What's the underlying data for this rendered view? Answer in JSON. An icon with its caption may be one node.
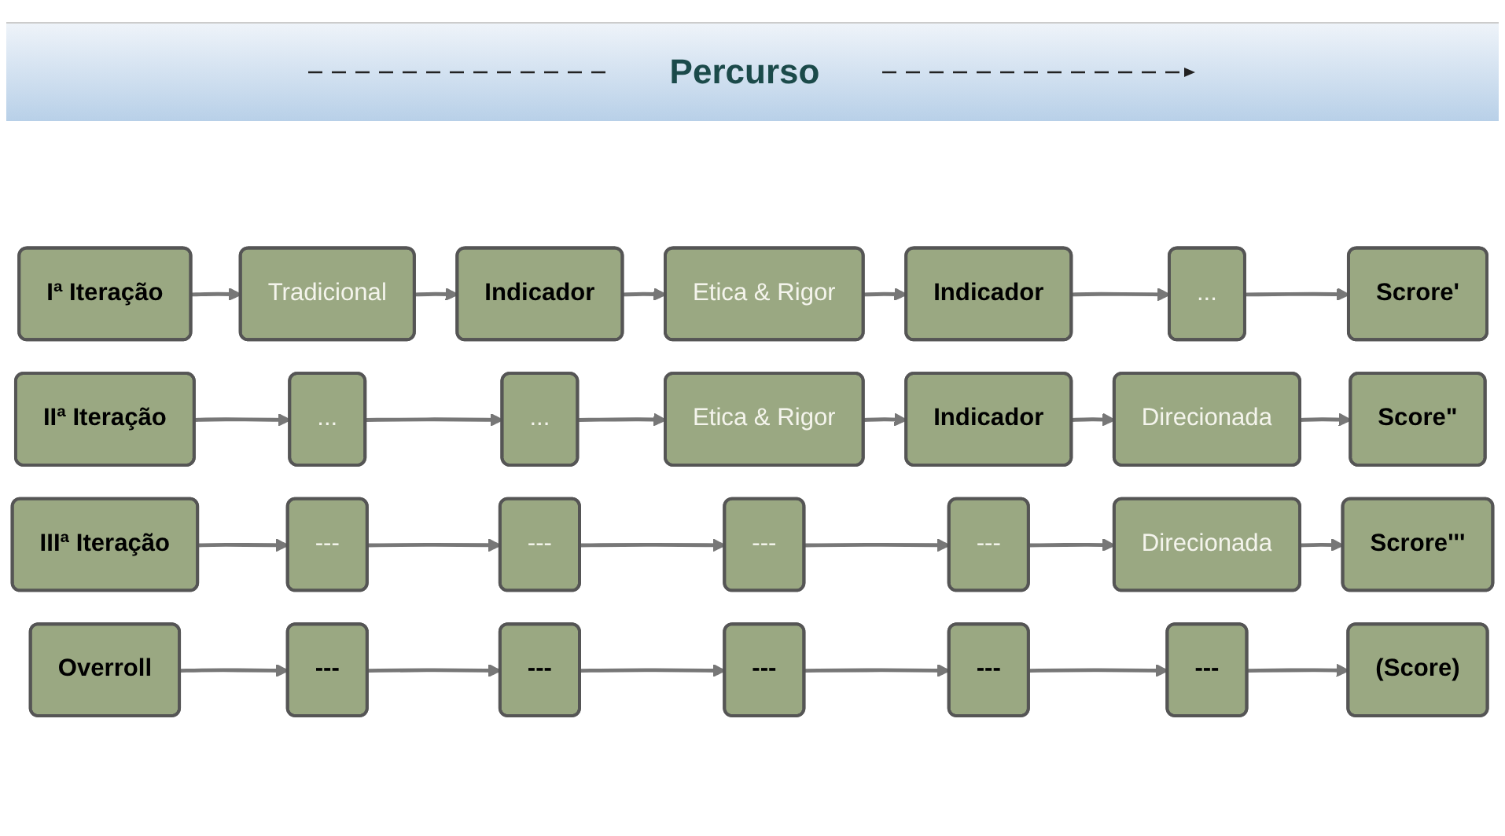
{
  "diagram": {
    "title": "Percurso",
    "nodes": [
      {
        "text": [
          "Iª Iteração"
        ]
      },
      {
        "text": [
          "Tradicional"
        ]
      },
      {
        "text": [
          "Indicador"
        ]
      },
      {
        "text": [
          "Etica & Rigor"
        ]
      },
      {
        "text": [
          "Indicador"
        ]
      },
      {
        "text": [
          "..."
        ]
      },
      {
        "text": [
          "Scrore'"
        ]
      },
      {
        "text": [
          "IIª Iteração"
        ]
      },
      {
        "text": [
          "..."
        ]
      },
      {
        "text": [
          "..."
        ]
      },
      {
        "text": [
          "Etica & Rigor"
        ]
      },
      {
        "text": [
          "Indicador"
        ]
      },
      {
        "text": [
          "Direcionada"
        ]
      },
      {
        "text": [
          "Score\""
        ]
      },
      {
        "text": [
          "IIIª Iteração"
        ]
      },
      {
        "text": [
          "---"
        ]
      },
      {
        "text": [
          "---"
        ]
      },
      {
        "text": [
          "---"
        ]
      },
      {
        "text": [
          "---"
        ]
      },
      {
        "text": [
          "Direcionada"
        ]
      },
      {
        "text": [
          "Scrore'''"
        ]
      },
      {
        "text": [
          "Overroll"
        ]
      },
      {
        "text": [
          "---"
        ]
      },
      {
        "text": [
          "---"
        ]
      },
      {
        "text": [
          "---"
        ]
      },
      {
        "text": [
          "---"
        ]
      },
      {
        "text": [
          "---"
        ]
      },
      {
        "text": [
          "(Score)"
        ]
      }
    ],
    "edges": [
      {
        "from": 0,
        "to": 1,
        "arrow": "to"
      },
      {
        "from": 1,
        "to": 2,
        "arrow": "to"
      },
      {
        "from": 2,
        "to": 3,
        "arrow": "to"
      },
      {
        "from": 3,
        "to": 4,
        "arrow": "to"
      },
      {
        "from": 4,
        "to": 5,
        "arrow": "to"
      },
      {
        "from": 5,
        "to": 6,
        "arrow": "to"
      },
      {
        "from": 7,
        "to": 8,
        "arrow": "to"
      },
      {
        "from": 8,
        "to": 9,
        "arrow": "to"
      },
      {
        "from": 9,
        "to": 10,
        "arrow": "to"
      },
      {
        "from": 10,
        "to": 11,
        "arrow": "to"
      },
      {
        "from": 11,
        "to": 12,
        "arrow": "to"
      },
      {
        "from": 12,
        "to": 13,
        "arrow": "to"
      },
      {
        "from": 14,
        "to": 15,
        "arrow": "to"
      },
      {
        "from": 15,
        "to": 16,
        "arrow": "to"
      },
      {
        "from": 16,
        "to": 17,
        "arrow": "to"
      },
      {
        "from": 17,
        "to": 18,
        "arrow": "to"
      },
      {
        "from": 18,
        "to": 19,
        "arrow": "to"
      },
      {
        "from": 19,
        "to": 20,
        "arrow": "to"
      },
      {
        "from": 21,
        "to": 22,
        "arrow": "to"
      },
      {
        "from": 22,
        "to": 23,
        "arrow": "to"
      },
      {
        "from": 23,
        "to": 24,
        "arrow": "to"
      },
      {
        "from": 24,
        "to": 25,
        "arrow": "to"
      },
      {
        "from": 25,
        "to": 26,
        "arrow": "to"
      },
      {
        "from": 26,
        "to": 27,
        "arrow": "to"
      }
    ]
  }
}
